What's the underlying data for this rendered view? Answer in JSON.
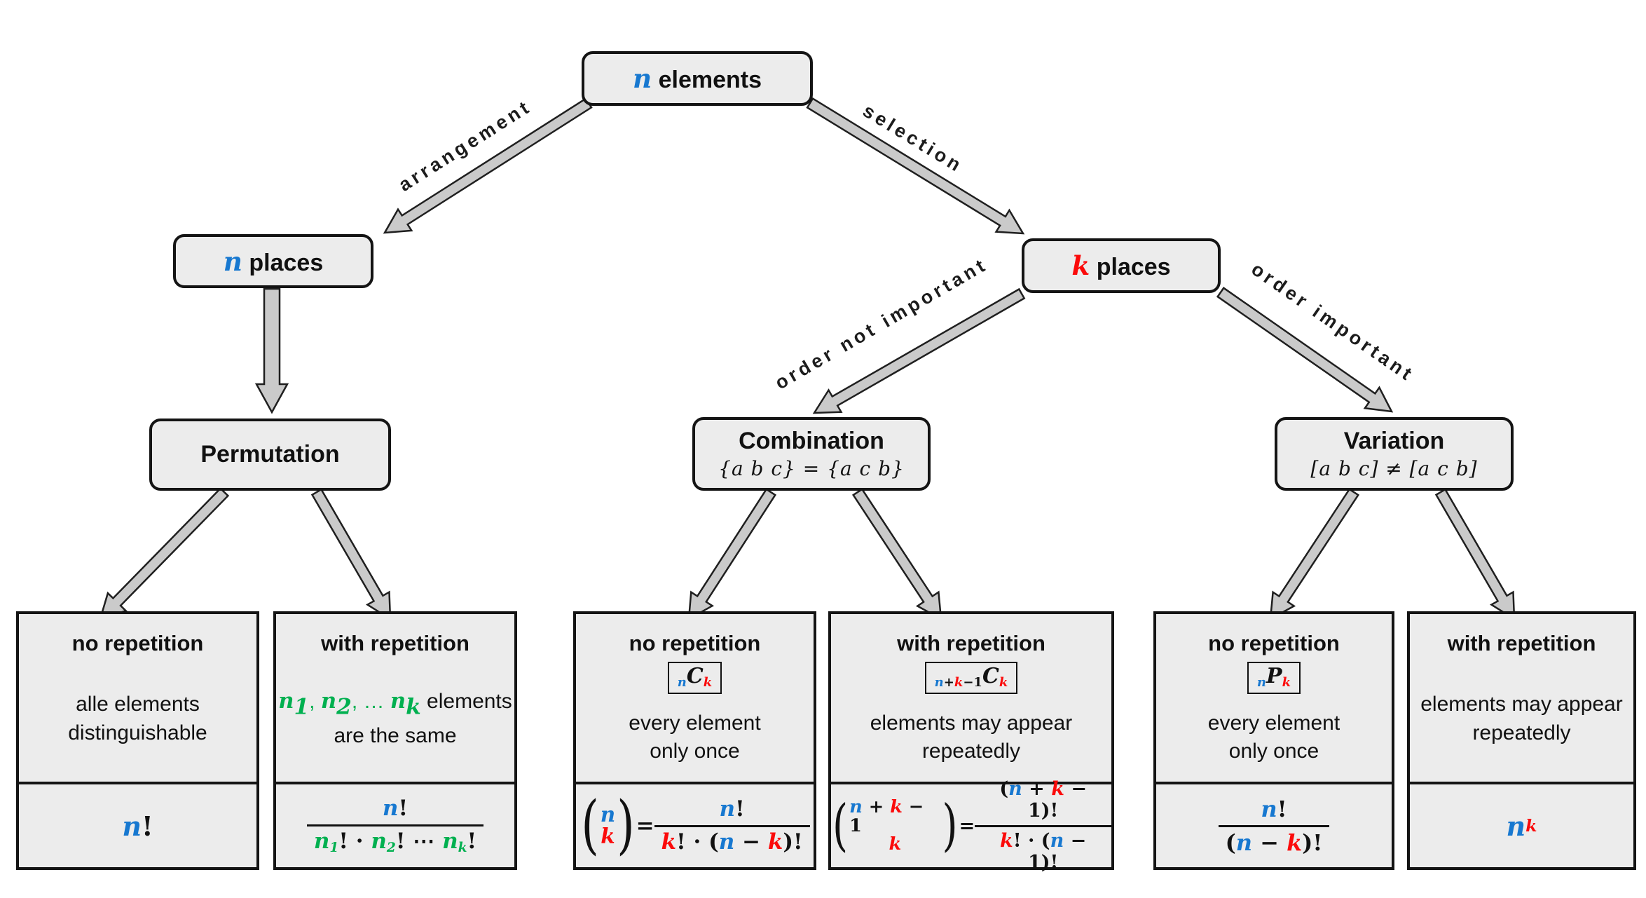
{
  "palette": {
    "blue": "#1778d0",
    "red": "#fb0a0a",
    "green": "#00b050",
    "box_fill": "#ececec",
    "arrow_fill": "#cacaca",
    "border": "#141414"
  },
  "nodes": {
    "root": {
      "tokens": [
        {
          "m": "n",
          "c": "b"
        },
        {
          "t": " elements"
        }
      ]
    },
    "n_places": {
      "tokens": [
        {
          "m": "n",
          "c": "b"
        },
        {
          "t": " places"
        }
      ]
    },
    "k_places": {
      "tokens": [
        {
          "m": "k",
          "c": "r"
        },
        {
          "t": " places"
        }
      ]
    },
    "permutation": {
      "title": "Permutation"
    },
    "combination": {
      "title": "Combination",
      "subtitle": "{a b c} = {a c b}"
    },
    "variation": {
      "title": "Variation",
      "subtitle": "[a b c] ≠ [a c b]"
    }
  },
  "edges": {
    "arrangement": "arrangement",
    "selection": "selection",
    "order_not_important": "order not important",
    "order_important": "order important"
  },
  "leaves": [
    {
      "title": "no repetition",
      "desc": [
        {
          "t": "alle elements"
        },
        {
          "br": true
        },
        {
          "t": "distinguishable"
        }
      ],
      "formula": [
        {
          "m": "n",
          "c": "b"
        },
        {
          "t": "!"
        }
      ]
    },
    {
      "title": "with repetition",
      "desc": [
        {
          "m": "n",
          "c": "g",
          "sub": "1"
        },
        {
          "t": ", ",
          "c": "g"
        },
        {
          "m": "n",
          "c": "g",
          "sub": "2"
        },
        {
          "t": ", … ",
          "c": "g"
        },
        {
          "m": "n",
          "c": "g",
          "sub": "k"
        },
        {
          "t": " elements"
        },
        {
          "br": true
        },
        {
          "t": "are the same"
        }
      ],
      "formula": [
        {
          "frac": {
            "num": [
              {
                "m": "n",
                "c": "b"
              },
              {
                "t": "!"
              }
            ],
            "den": [
              {
                "m": "n",
                "c": "g",
                "sub": "1"
              },
              {
                "t": "! · "
              },
              {
                "m": "n",
                "c": "g",
                "sub": "2"
              },
              {
                "t": "! ⋯ "
              },
              {
                "m": "n",
                "c": "g",
                "sub": "k"
              },
              {
                "t": "!"
              }
            ]
          }
        }
      ]
    },
    {
      "title": "no repetition",
      "badge": [
        {
          "m": "n",
          "c": "b",
          "sz": "sub"
        },
        {
          "m": "C"
        },
        {
          "m": "k",
          "c": "r",
          "sz": "sub"
        }
      ],
      "desc": [
        {
          "t": "every element"
        },
        {
          "br": true
        },
        {
          "t": "only once"
        }
      ],
      "formula": [
        {
          "binom": {
            "top": [
              {
                "m": "n",
                "c": "b"
              }
            ],
            "bot": [
              {
                "m": "k",
                "c": "r"
              }
            ]
          }
        },
        {
          "t": " = "
        },
        {
          "frac": {
            "num": [
              {
                "m": "n",
                "c": "b"
              },
              {
                "t": "!"
              }
            ],
            "den": [
              {
                "m": "k",
                "c": "r"
              },
              {
                "t": "! · ("
              },
              {
                "m": "n",
                "c": "b"
              },
              {
                "t": " − "
              },
              {
                "m": "k",
                "c": "r"
              },
              {
                "t": ")!"
              }
            ]
          }
        }
      ]
    },
    {
      "title": "with repetition",
      "badge": [
        {
          "m": "n",
          "c": "b",
          "sz": "sub"
        },
        {
          "t": "+",
          "sz": "sub"
        },
        {
          "m": "k",
          "c": "r",
          "sz": "sub"
        },
        {
          "t": "−1",
          "sz": "sub"
        },
        {
          "m": "C"
        },
        {
          "m": "k",
          "c": "r",
          "sz": "sub"
        }
      ],
      "desc": [
        {
          "t": "elements may appear"
        },
        {
          "br": true
        },
        {
          "t": "repeatedly"
        }
      ],
      "formula": [
        {
          "binom": {
            "top": [
              {
                "m": "n",
                "c": "b"
              },
              {
                "t": " + "
              },
              {
                "m": "k",
                "c": "r"
              },
              {
                "t": " − 1"
              }
            ],
            "bot": [
              {
                "m": "k",
                "c": "r"
              }
            ]
          }
        },
        {
          "t": " = "
        },
        {
          "frac": {
            "num": [
              {
                "t": "("
              },
              {
                "m": "n",
                "c": "b"
              },
              {
                "t": " + "
              },
              {
                "m": "k",
                "c": "r"
              },
              {
                "t": " − 1)!"
              }
            ],
            "den": [
              {
                "m": "k",
                "c": "r"
              },
              {
                "t": "! · ("
              },
              {
                "m": "n",
                "c": "b"
              },
              {
                "t": " − 1)!"
              }
            ]
          }
        }
      ]
    },
    {
      "title": "no repetition",
      "badge": [
        {
          "m": "n",
          "c": "b",
          "sz": "sub"
        },
        {
          "m": "P"
        },
        {
          "m": "k",
          "c": "r",
          "sz": "sub"
        }
      ],
      "desc": [
        {
          "t": "every element"
        },
        {
          "br": true
        },
        {
          "t": "only once"
        }
      ],
      "formula": [
        {
          "frac": {
            "num": [
              {
                "m": "n",
                "c": "b"
              },
              {
                "t": "!"
              }
            ],
            "den": [
              {
                "t": "("
              },
              {
                "m": "n",
                "c": "b"
              },
              {
                "t": " − "
              },
              {
                "m": "k",
                "c": "r"
              },
              {
                "t": ")!"
              }
            ]
          }
        }
      ]
    },
    {
      "title": "with repetition",
      "desc": [
        {
          "t": "elements may appear"
        },
        {
          "br": true
        },
        {
          "t": "repeatedly"
        }
      ],
      "formula": [
        {
          "m": "n",
          "c": "b"
        },
        {
          "m": "k",
          "c": "r",
          "sz": "sup"
        }
      ]
    }
  ]
}
